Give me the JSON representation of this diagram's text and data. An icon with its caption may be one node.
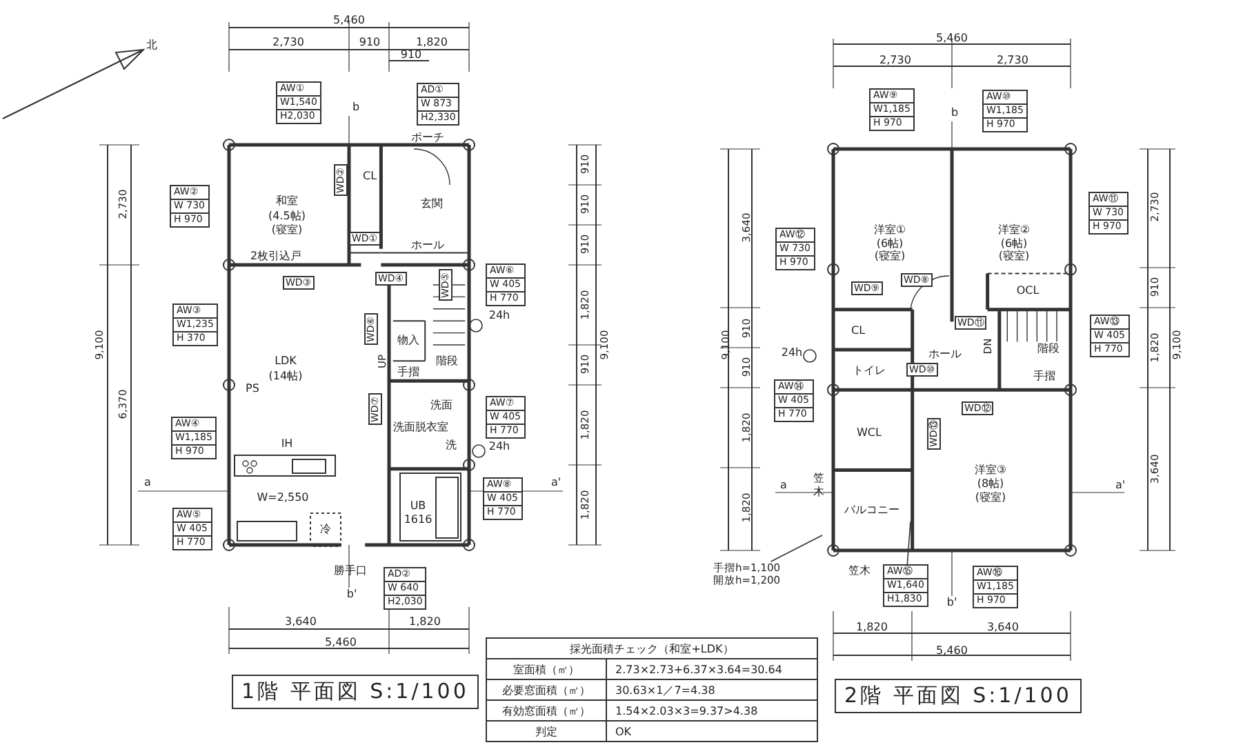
{
  "diagram": {
    "nodes": [
      {
        "text": [
          "AW①",
          "W1,540",
          "H2,030"
        ]
      },
      {
        "text": [
          "AD①",
          "W 873",
          "H2,330"
        ]
      },
      {
        "text": [
          "WD②"
        ]
      },
      {
        "text": [
          "AW②",
          "W 730",
          "H 970"
        ]
      },
      {
        "text": [
          "WD①"
        ]
      },
      {
        "text": [
          "AW⑥",
          "W 405",
          "H 770"
        ]
      },
      {
        "text": [
          "WD③"
        ]
      },
      {
        "text": [
          "WD④"
        ]
      },
      {
        "text": [
          "WD⑤"
        ]
      },
      {
        "text": [
          "AW③",
          "W1,235",
          "H 370"
        ]
      },
      {
        "text": [
          "WD⑥"
        ]
      },
      {
        "text": [
          "AW⑦",
          "W 405",
          "H 770"
        ]
      },
      {
        "text": [
          "WD⑦"
        ]
      },
      {
        "text": [
          "AW④",
          "W1,185",
          "H 970"
        ]
      },
      {
        "text": [
          "AW⑧",
          "W 405",
          "H 770"
        ]
      },
      {
        "text": [
          "AW⑤",
          "W 405",
          "H 770"
        ]
      },
      {
        "text": [
          "AD②",
          "W 640",
          "H2,030"
        ]
      },
      {
        "text": [
          "1階 平面図 S:1/100"
        ]
      },
      {
        "text": [
          "AW⑨",
          "W1,185",
          "H 970"
        ]
      },
      {
        "text": [
          "AW⑩",
          "W1,185",
          "H 970"
        ]
      },
      {
        "text": [
          "AW⑪",
          "W 730",
          "H 970"
        ]
      },
      {
        "text": [
          "AW⑫",
          "W 730",
          "H 970"
        ]
      },
      {
        "text": [
          "WD⑧"
        ]
      },
      {
        "text": [
          "WD⑨"
        ]
      },
      {
        "text": [
          "WD⑪"
        ]
      },
      {
        "text": [
          "AW⑬",
          "W 405",
          "H 770"
        ]
      },
      {
        "text": [
          "WD⑩"
        ]
      },
      {
        "text": [
          "AW⑭",
          "W 405",
          "H 770"
        ]
      },
      {
        "text": [
          "WD⑫"
        ]
      },
      {
        "text": [
          "WD⑬"
        ]
      },
      {
        "text": [
          "手摺h=1,100",
          "開放h=1,200"
        ]
      },
      {
        "text": [
          "AW⑮",
          "W1,640",
          "H1,830"
        ]
      },
      {
        "text": [
          "AW⑯",
          "W1,185",
          "H 970"
        ]
      },
      {
        "text": [
          "2階 平面図 S:1/100"
        ]
      }
    ],
    "edges": [
      {
        "from": 30,
        "to": null,
        "arrow": "none"
      },
      {
        "from": 31,
        "to": null,
        "arrow": "none"
      }
    ],
    "labels": [
      "北",
      "5,460",
      "2,730",
      "910",
      "1,820",
      "910",
      "b",
      "2,730",
      "9,100",
      "6,370",
      "910",
      "910",
      "910",
      "1,820",
      "910",
      "1,820",
      "1,820",
      "9,100",
      "ポーチ",
      "和室",
      "(4.5帖)",
      "(寝室)",
      "CL",
      "玄関",
      "ホール",
      "2枚引込戸",
      "物入",
      "24h",
      "LDK",
      "(14帖)",
      "UP",
      "階段",
      "手摺",
      "PS",
      "洗面",
      "洗面脱衣室",
      "IH",
      "洗",
      "24h",
      "a",
      "W=2,550",
      "a'",
      "UB",
      "1616",
      "冷",
      "勝手口",
      "b'",
      "3,640",
      "1,820",
      "5,460",
      "5,460",
      "2,730",
      "2,730",
      "b",
      "3,640",
      "2,730",
      "洋室①",
      "(6帖)",
      "(寝室)",
      "洋室②",
      "(6帖)",
      "(寝室)",
      "OCL",
      "910",
      "910",
      "CL",
      "9,100",
      "24h",
      "ホール",
      "DN",
      "階段",
      "1,820",
      "9,100",
      "910",
      "トイレ",
      "手摺",
      "1,820",
      "WCL",
      "3,640",
      "洋室③",
      "a",
      "(8帖)",
      "笠木",
      "(寝室)",
      "a'",
      "1,820",
      "バルコニー",
      "笠木",
      "b'",
      "1,820",
      "3,640",
      "採光面積チェック（和室+LDK）",
      "5,460",
      "室面積（㎡）",
      "2.73×2.73+6.37×3.64=30.64",
      "必要窓面積（㎡）",
      "30.63×1／7=4.38",
      "有効窓面積（㎡）",
      "1.54×2.03×3=9.37>4.38",
      "判定",
      "OK"
    ]
  }
}
